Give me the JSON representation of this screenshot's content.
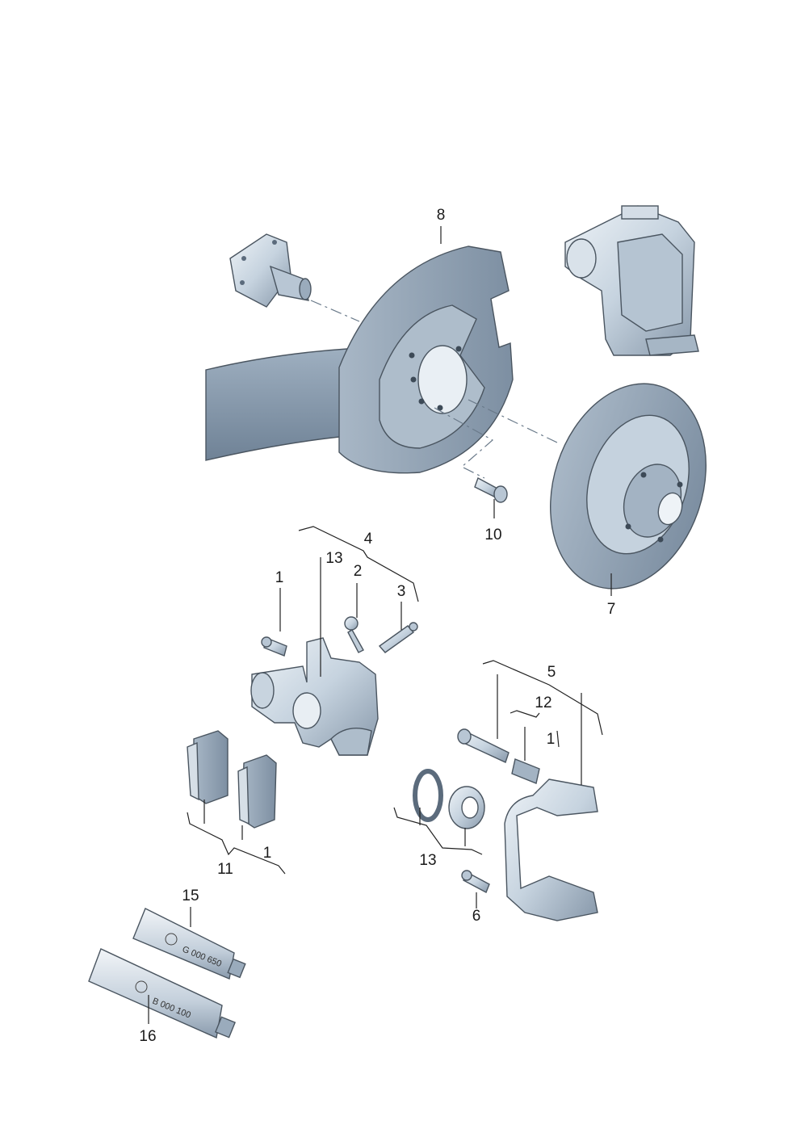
{
  "diagram": {
    "callouts": [
      {
        "id": "c1a",
        "label": "1"
      },
      {
        "id": "c1b",
        "label": "1"
      },
      {
        "id": "c1c",
        "label": "1"
      },
      {
        "id": "c2",
        "label": "2"
      },
      {
        "id": "c3",
        "label": "3"
      },
      {
        "id": "c4",
        "label": "4"
      },
      {
        "id": "c5",
        "label": "5"
      },
      {
        "id": "c6",
        "label": "6"
      },
      {
        "id": "c7",
        "label": "7"
      },
      {
        "id": "c8",
        "label": "8"
      },
      {
        "id": "c10",
        "label": "10"
      },
      {
        "id": "c11",
        "label": "11"
      },
      {
        "id": "c12",
        "label": "12"
      },
      {
        "id": "c13a",
        "label": "13"
      },
      {
        "id": "c13b",
        "label": "13"
      },
      {
        "id": "c15",
        "label": "15"
      },
      {
        "id": "c16",
        "label": "16"
      }
    ],
    "tube_labels": {
      "tube15": "G 000 650",
      "tube16": "B 000 100"
    },
    "colors": {
      "part_fill": "#c9d6e2",
      "part_shadow": "#8fa0b2",
      "part_dark": "#5b6b7c",
      "outline": "#4a5560",
      "text": "#1a1a1a"
    }
  }
}
